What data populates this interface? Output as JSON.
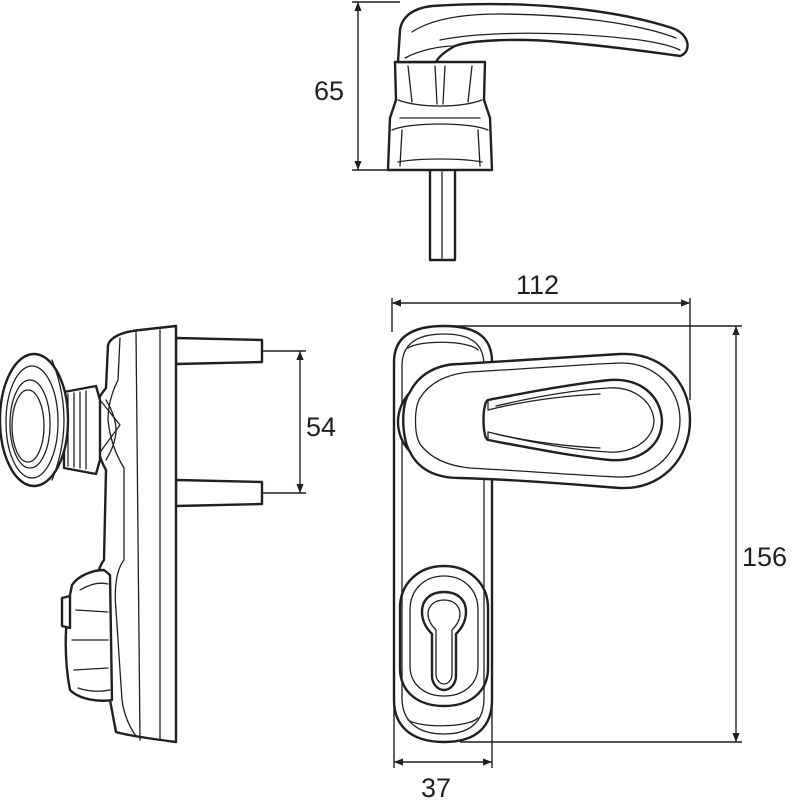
{
  "dimensions": {
    "top_height": "65",
    "side_spacing": "54",
    "front_width": "112",
    "front_height": "156",
    "front_plate_width": "37"
  }
}
